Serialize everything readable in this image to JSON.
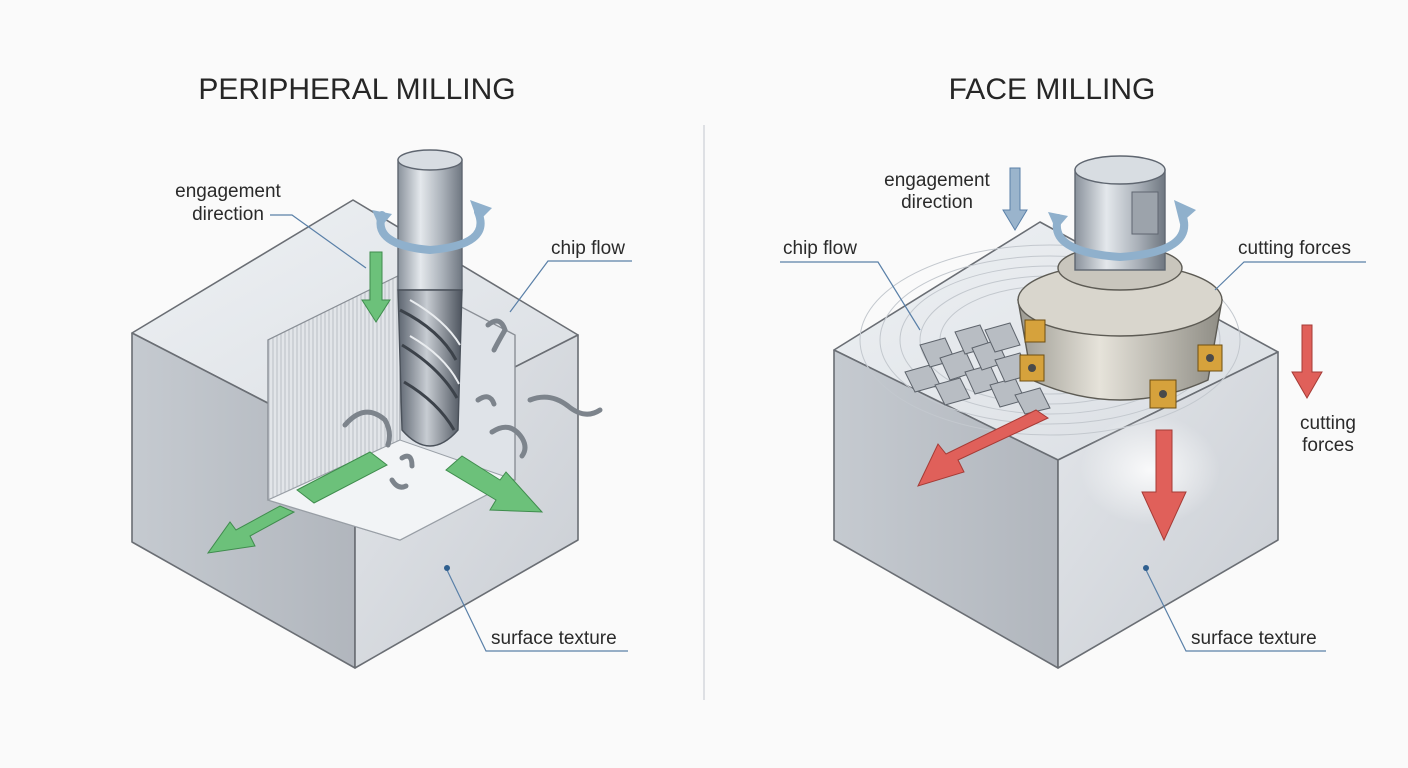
{
  "panels": [
    {
      "title": "PERIPHERAL MILLING",
      "labels": {
        "engagement_line1": "engagement",
        "engagement_line2": "direction",
        "chip_flow": "chip flow",
        "surface_texture": "surface texture"
      }
    },
    {
      "title": "FACE MILLING",
      "labels": {
        "engagement_line1": "engagement",
        "engagement_line2": "direction",
        "chip_flow": "chip flow",
        "cutting_forces_top": "cutting forces",
        "cutting_forces_line1": "cutting",
        "cutting_forces_line2": "forces",
        "surface_texture": "surface texture"
      }
    }
  ],
  "colors": {
    "green_arrow": "#6cc17a",
    "red_arrow": "#e0605a",
    "blue_arrow": "#9ab4cc",
    "leader_line": "#5a80a8",
    "carbide_insert": "#d6a23c"
  }
}
